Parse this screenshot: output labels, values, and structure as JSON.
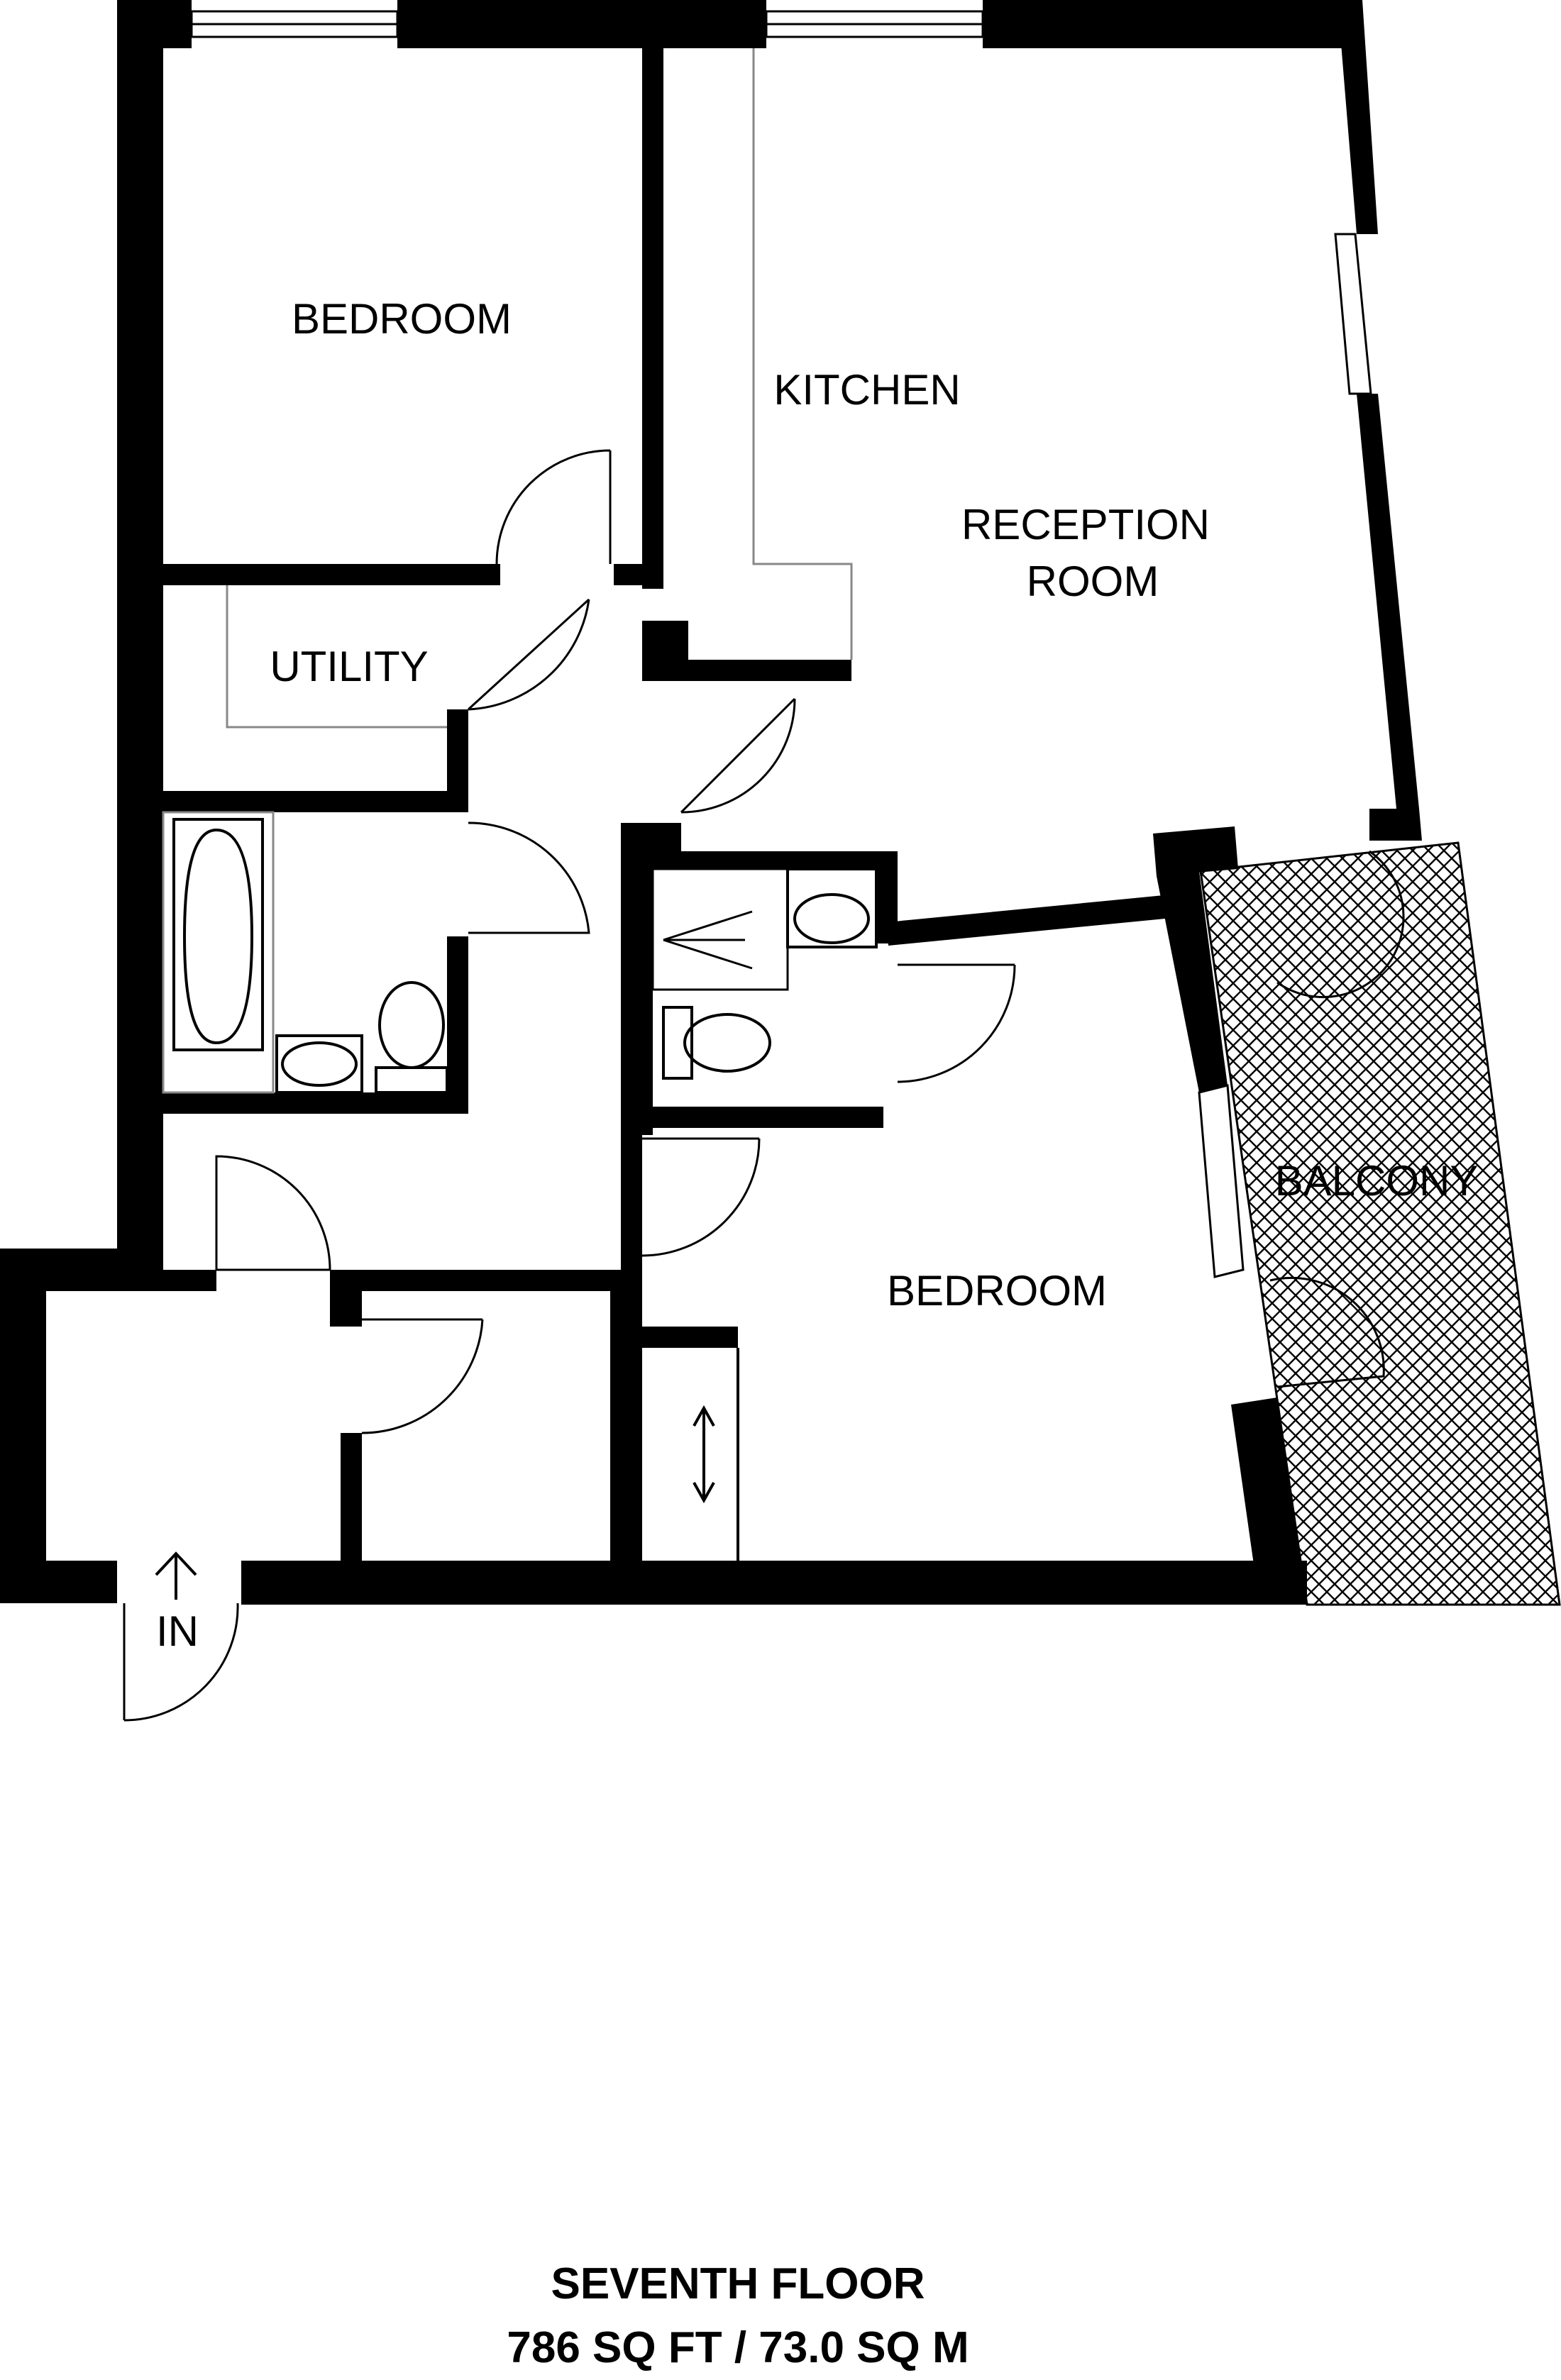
{
  "rooms": {
    "bedroom_1": "BEDROOM",
    "kitchen": "KITCHEN",
    "reception_line1": "RECEPTION",
    "reception_line2": "ROOM",
    "utility": "UTILITY",
    "balcony": "BALCONY",
    "bedroom_2": "BEDROOM"
  },
  "entrance_label": "IN",
  "floor": {
    "name": "SEVENTH FLOOR",
    "area": "786 SQ FT / 73.0 SQ M"
  },
  "colors": {
    "wall": "#000000",
    "background": "#ffffff",
    "fixture_line": "#888888"
  }
}
